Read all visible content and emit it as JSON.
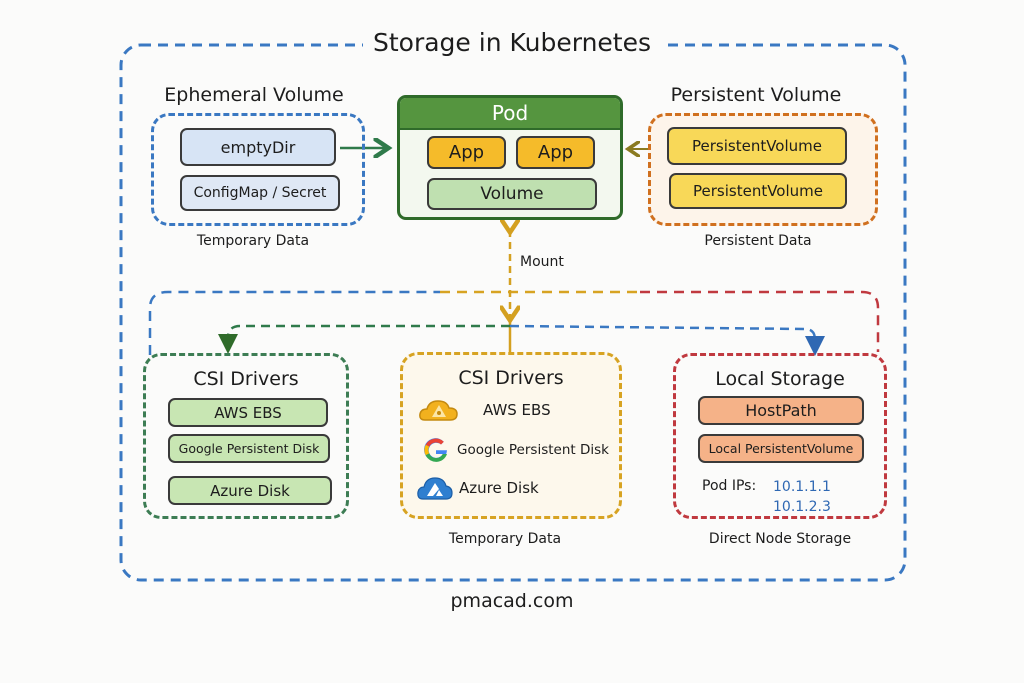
{
  "title": "Storage in Kubernetes",
  "footer": "pmacad.com",
  "colors": {
    "outer_border": "#3a78c2",
    "ephemeral_border": "#3a78c2",
    "persistent_border": "#d0701f",
    "pod_header": "#55953f",
    "csi_left_border": "#3d7d54",
    "csi_center_border": "#d7a322",
    "local_border": "#c0393f",
    "mount_arrow": "#d4a020",
    "ip_text": "#2f68b3"
  },
  "ephemeral": {
    "label": "Ephemeral Volume",
    "items": [
      "emptyDir",
      "ConfigMap / Secret"
    ],
    "caption": "Temporary Data"
  },
  "pod": {
    "label": "Pod",
    "apps": [
      "App",
      "App"
    ],
    "volume": "Volume"
  },
  "persistent": {
    "label": "Persistent Volume",
    "items": [
      "PersistentVolume",
      "PersistentVolume"
    ],
    "caption": "Persistent Data"
  },
  "mount": {
    "label": "Mount"
  },
  "csi_left": {
    "label": "CSI Drivers",
    "items": [
      "AWS EBS",
      "Google Persistent Disk",
      "Azure Disk"
    ]
  },
  "csi_center": {
    "label": "CSI Drivers",
    "items": [
      {
        "icon": "aws-cloud-icon",
        "label": "AWS EBS"
      },
      {
        "icon": "google-icon",
        "label": "Google Persistent Disk"
      },
      {
        "icon": "azure-cloud-icon",
        "label": "Azure Disk"
      }
    ],
    "caption": "Temporary Data"
  },
  "local": {
    "label": "Local Storage",
    "items": [
      "HostPath",
      "Local PersistentVolume"
    ],
    "pod_ips_label": "Pod IPs:",
    "pod_ips": [
      "10.1.1.1",
      "10.1.2.3"
    ],
    "caption": "Direct Node Storage"
  }
}
